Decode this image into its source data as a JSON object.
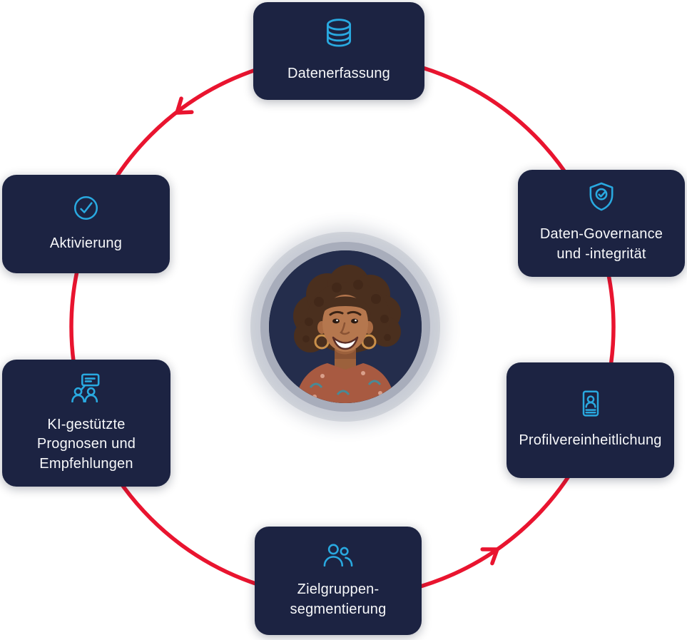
{
  "diagram": {
    "type": "cycle",
    "flow_direction": "counter-clockwise",
    "center": {
      "description": "Circular portrait of a smiling woman with curly hair, hoop earrings and patterned blouse on dark navy background"
    },
    "nodes": [
      {
        "position": "top",
        "icon": "database-icon",
        "lines": [
          "Datenerfassung"
        ]
      },
      {
        "position": "top-right",
        "icon": "shield-check-icon",
        "lines": [
          "Daten-Governance",
          "und -integrität"
        ]
      },
      {
        "position": "right",
        "icon": "id-card-icon",
        "lines": [
          "Profilvereinheitlichung"
        ]
      },
      {
        "position": "bottom",
        "icon": "users-icon",
        "lines": [
          "Zielgruppen-",
          "segmentierung"
        ]
      },
      {
        "position": "bottom-left",
        "icon": "people-chat-icon",
        "lines": [
          "KI-gestützte",
          "Prognosen und",
          "Empfehlungen"
        ]
      },
      {
        "position": "top-left",
        "icon": "check-circle-icon",
        "lines": [
          "Aktivierung"
        ]
      }
    ],
    "flow_sequence": [
      "Datenerfassung",
      "Aktivierung",
      "KI-gestützte Prognosen und Empfehlungen",
      "Zielgruppensegmentierung",
      "Profilvereinheitlichung",
      "Daten-Governance und -integrität"
    ]
  },
  "colors": {
    "page-bg": "#FFFFFF",
    "card-bg": "#1C2342",
    "icon-accent": "#29A9E0",
    "arrow-red": "#E9142F",
    "label-text": "#F7F8FA",
    "avatar-bg": "#242D4C"
  }
}
